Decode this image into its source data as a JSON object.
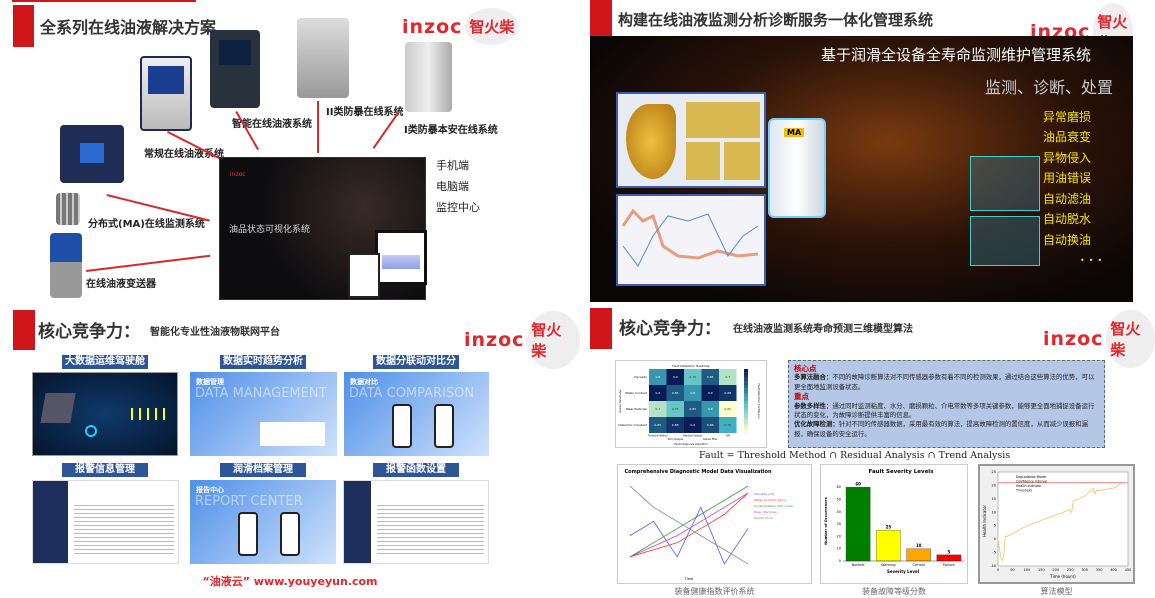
{
  "brand": {
    "logo_en": "inzoc",
    "logo_cn": "智火柴",
    "color": "#e3262b"
  },
  "q1": {
    "title": "全系列在线油液解决方案",
    "products": [
      "常规在线油液系统",
      "智能在线油液系统",
      "II类防暴在线系统",
      "I类防暴本安在线系统",
      "分布式(MA)在线监测系统",
      "在线油液变送器"
    ],
    "clients": [
      "手机端",
      "电脑端",
      "监控中心"
    ],
    "dashboard_title": "油品状态可视化系统"
  },
  "q2": {
    "title": "构建在线油液监测分析诊断服务一体化管理系统",
    "headline": "基于润滑全设备全寿命监测维护管理系统",
    "subheadline": "监测、诊断、处置",
    "features": [
      "异常磨损",
      "油品衰变",
      "异物侵入",
      "用油错误",
      "自动滤油",
      "自动脱水",
      "自动换油"
    ],
    "device_badge": "MA"
  },
  "q3": {
    "title": "核心竞争力：",
    "subtitle": "智能化专业性油液物联网平台",
    "panels": [
      {
        "label": "大数据运维驾驶舱",
        "overlay": ""
      },
      {
        "label": "数据实时趋势分析",
        "overlay": "DATA MANAGEMENT",
        "heading": "数据管理"
      },
      {
        "label": "数据分联动对比分",
        "overlay": "DATA COMPARISON",
        "heading": "数据对比"
      },
      {
        "label": "报警信息管理",
        "overlay": ""
      },
      {
        "label": "润滑档案管理",
        "overlay": "REPORT CENTER",
        "heading": "报告中心"
      },
      {
        "label": "报警函数设置",
        "overlay": ""
      }
    ],
    "footer": "“油液云” www.youyeyun.com"
  },
  "q4": {
    "title": "核心竞争力：",
    "subtitle": "在线油液监测系统寿命预测三维模型算法",
    "notes": {
      "h1": "核心点",
      "p1_bold": "多算法融合：",
      "p1": "不同的故障诊断算法对不同传感器参数有着不同的检测效果，通过结合这些算法的优势，可以更全面地监测设备状态。",
      "h2": "重点",
      "p2_bold": "参数多样性：",
      "p2": "通过同时监测粘度、水分、磨损颗粒、介电常数等多项关键参数，能够更全面地捕捉设备运行状态的变化，为故障诊断提供丰富的信息。",
      "p3_bold": "优化故障检测：",
      "p3": "针对不同的传感器数据，采用最有效的算法，提高故障检测的置信度，从而减少误报和漏报，确保设备的安全运行。"
    },
    "formula": "Fault = Threshold Method ∩ Residual Analysis ∩ Trend Analysis",
    "captions": [
      "装备健康指数评价系统",
      "装备故障等级分数",
      "算法模型"
    ]
  },
  "chart_data": [
    {
      "type": "heatmap",
      "title": "Fault Detection Heatmap",
      "xlabel": "Fault Diagnosis Algorithm",
      "ylabel": "Sensor Parameter",
      "colorbar_label": "Fault Detection Confidence",
      "x": [
        "Threshold Method",
        "Trend Analysis",
        "Residual Analysis",
        "Kalman Filter",
        "SVM"
      ],
      "y": [
        "Viscosity",
        "Water Content",
        "Wear Particles",
        "Dielectric Constant"
      ],
      "values": [
        [
          0.8,
          0.9,
          0.75,
          0.85,
          0.7
        ],
        [
          0.9,
          0.85,
          0.8,
          0.9,
          0.88
        ],
        [
          0.7,
          0.75,
          0.85,
          0.8,
          0.65
        ],
        [
          0.85,
          0.88,
          0.9,
          0.86,
          0.78
        ]
      ],
      "zlim": [
        0.65,
        0.9
      ]
    },
    {
      "type": "line",
      "title": "Comprehensive Diagnostic Model Data Visualization",
      "xlabel": "Time",
      "series": [
        {
          "name": "Viscosity (cP)",
          "color": "#4a5cff",
          "values": [
            68,
            70,
            65,
            72,
            64,
            69
          ]
        },
        {
          "name": "Water Content (ppm)",
          "color": "#ff3030",
          "values": [
            65,
            66,
            67,
            69,
            71,
            74
          ]
        },
        {
          "name": "Contamination (ISO code)",
          "color": "#2ea02e",
          "values": [
            65,
            67,
            69,
            71,
            73,
            75
          ]
        },
        {
          "name": "Wear (Particles)",
          "color": "#d040d0",
          "values": [
            65,
            66.5,
            68,
            70,
            72,
            74
          ]
        },
        {
          "name": "Health Score",
          "color": "#888888",
          "values": [
            75,
            72,
            70,
            68,
            66,
            64
          ]
        }
      ]
    },
    {
      "type": "bar",
      "title": "Fault Severity Levels",
      "xlabel": "Severity Level",
      "ylabel": "Number of Occurrences",
      "categories": [
        "Normal",
        "Warning",
        "Critical",
        "Failure"
      ],
      "values": [
        60,
        25,
        10,
        5
      ],
      "colors": [
        "#008000",
        "#ffff00",
        "#ffa500",
        "#ff0000"
      ],
      "ylim": [
        0,
        65
      ],
      "yticks": [
        0,
        10,
        20,
        30,
        40,
        50,
        60
      ]
    },
    {
      "type": "line",
      "xlabel": "Time (hours)",
      "ylabel": "Health Indicator",
      "xlim": [
        0,
        450
      ],
      "ylim": [
        -10,
        25
      ],
      "xticks": [
        0,
        50,
        100,
        150,
        200,
        250,
        300,
        350,
        400,
        450
      ],
      "yticks": [
        -10,
        -5,
        0,
        5,
        10,
        15,
        20,
        25
      ],
      "legend": [
        "Degradation Model",
        "Confidence Interval",
        "Health Indicator",
        "Threshold"
      ],
      "legend_position": "top-left",
      "threshold": 21,
      "series": [
        {
          "name": "Health Indicator",
          "color": "#f5c06a",
          "x": [
            0,
            10,
            15,
            20,
            25,
            30,
            50,
            100,
            150,
            200,
            250,
            255,
            260,
            300,
            330,
            335,
            340,
            400,
            430
          ],
          "y": [
            0,
            -7,
            -8,
            -6,
            1,
            1,
            2,
            5,
            7,
            9,
            11,
            10,
            14,
            16,
            19,
            17,
            18,
            19,
            21
          ]
        }
      ]
    }
  ]
}
